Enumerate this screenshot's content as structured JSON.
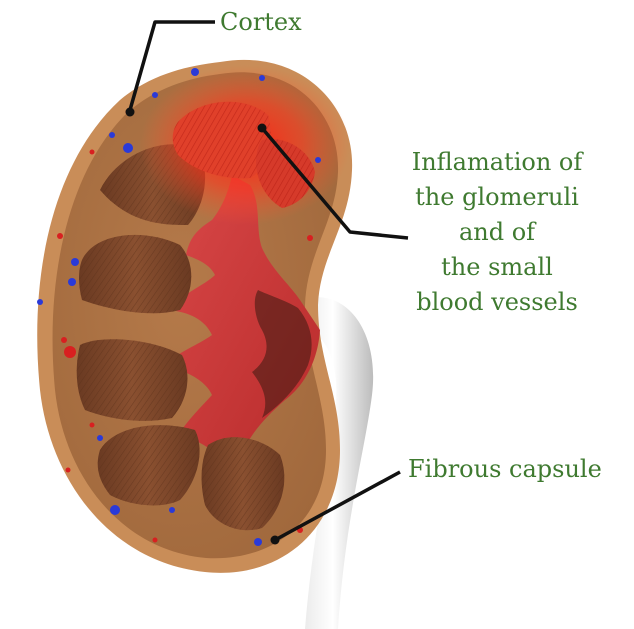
{
  "diagram": {
    "labels": {
      "cortex": "Cortex",
      "inflammation": [
        "Inflamation of",
        "the glomeruli",
        "and of",
        "the small",
        "blood vessels"
      ],
      "capsule": "Fibrous capsule"
    },
    "colors": {
      "label_text": "#3f7a30",
      "leader_line": "#111111",
      "capsule": "#c78a55",
      "cortex": "#a87045",
      "pyramid": "#7a4428",
      "pelvis": "#cf3a3a",
      "inflammation": "#ff2a1a",
      "ureter": "#d8d8d8",
      "vessel_red": "#d82020",
      "vessel_blue": "#2a3ad8"
    }
  }
}
